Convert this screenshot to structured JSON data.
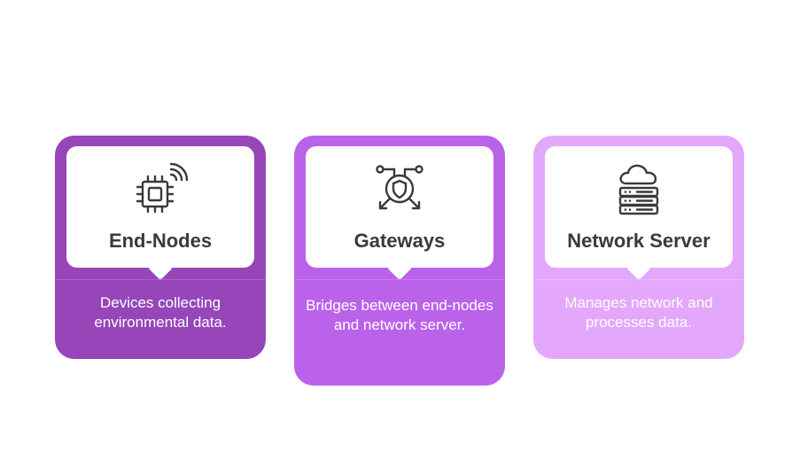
{
  "cards": [
    {
      "title": "End-Nodes",
      "description": "Devices collecting environmental data.",
      "icon": "chip-wireless-icon",
      "color": "#9646b9"
    },
    {
      "title": "Gateways",
      "description": "Bridges between end-nodes and network server.",
      "icon": "shield-network-icon",
      "color": "#bb62ea"
    },
    {
      "title": "Network Server",
      "description": "Manages network and processes data.",
      "icon": "cloud-server-icon",
      "color": "#e3a8fb"
    }
  ],
  "colors": {
    "icon_stroke": "#3a3a3a",
    "title_text": "#3a3a3a",
    "description_text": "#ffffff"
  }
}
